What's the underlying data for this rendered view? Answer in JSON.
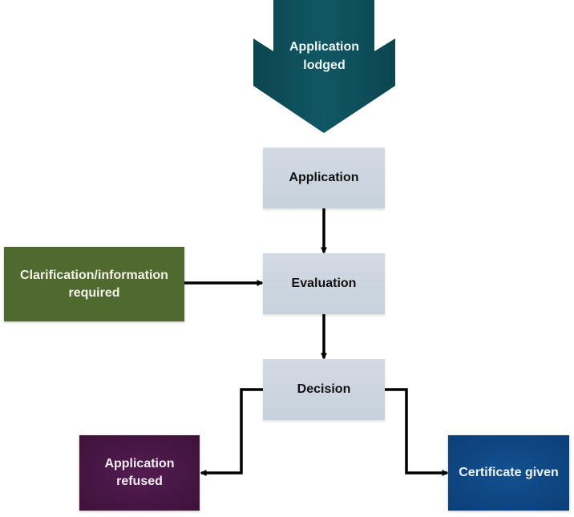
{
  "title": "Application process flowchart",
  "colors": {
    "start_arrow": "#0e4e58",
    "step_box": "#cbd4de",
    "clarification": "#50692f",
    "refused": "#4a1746",
    "certificate": "#0f4784",
    "connector": "#000000"
  },
  "nodes": {
    "start": {
      "line1": "Application",
      "line2": "lodged"
    },
    "application": {
      "label": "Application"
    },
    "evaluation": {
      "label": "Evaluation"
    },
    "decision": {
      "label": "Decision"
    },
    "clarification": {
      "line1": "Clarification/information",
      "line2": "required"
    },
    "refused": {
      "line1": "Application",
      "line2": "refused"
    },
    "certificate": {
      "label": "Certificate given"
    }
  },
  "edges": [
    {
      "from": "start",
      "to": "application"
    },
    {
      "from": "application",
      "to": "evaluation"
    },
    {
      "from": "clarification",
      "to": "evaluation"
    },
    {
      "from": "evaluation",
      "to": "decision"
    },
    {
      "from": "decision",
      "to": "refused"
    },
    {
      "from": "decision",
      "to": "certificate"
    }
  ]
}
